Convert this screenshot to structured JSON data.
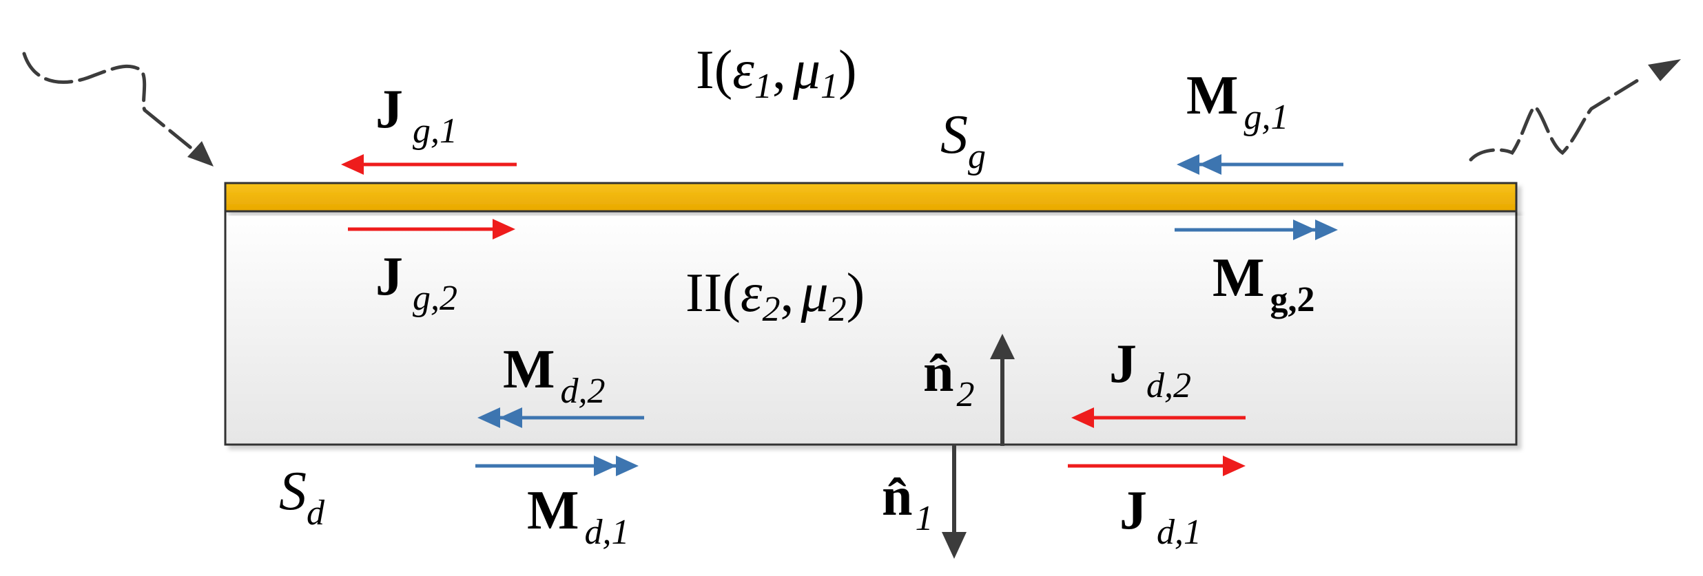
{
  "regions": {
    "upper": {
      "roman": "I",
      "eps": "ε",
      "eps_sub": "1",
      "sep": ",",
      "mu": "μ",
      "mu_sub": "1",
      "open": "(",
      "close": ")"
    },
    "lower": {
      "roman": "II",
      "eps": "ε",
      "eps_sub": "2",
      "sep": ",",
      "mu": "μ",
      "mu_sub": "2",
      "open": "(",
      "close": ")"
    }
  },
  "surfaces": {
    "sg": {
      "main": "S",
      "sub": "g"
    },
    "sd": {
      "main": "S",
      "sub": "d"
    }
  },
  "currents": {
    "jg1": {
      "main": "J",
      "sub": "g,1"
    },
    "jg2": {
      "main": "J",
      "sub": "g,2"
    },
    "mg1": {
      "main": "M",
      "sub": "g,1"
    },
    "mg2": {
      "main": "M",
      "sub": "g,2"
    },
    "md2": {
      "main": "M",
      "sub": "d,2"
    },
    "md1": {
      "main": "M",
      "sub": "d,1"
    },
    "jd2": {
      "main": "J",
      "sub": "d,2"
    },
    "jd1": {
      "main": "J",
      "sub": "d,1"
    }
  },
  "normals": {
    "n2": {
      "main": "n̂",
      "sub": "2"
    },
    "n1": {
      "main": "n̂",
      "sub": "1"
    }
  },
  "colors": {
    "graphene": "#f2b705",
    "electric": "#ee1c1c",
    "magnetic": "#3d75b0",
    "normal": "#3c3c3c",
    "wave": "#3c3c3c"
  }
}
